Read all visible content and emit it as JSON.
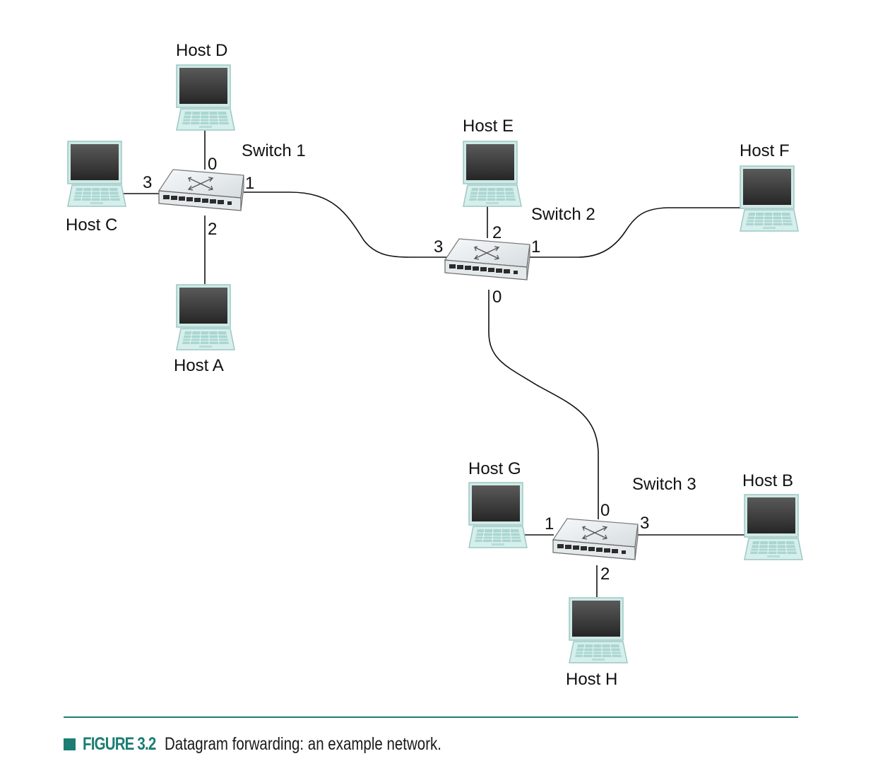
{
  "figure": {
    "number": "FIGURE 3.2",
    "caption": "Datagram forwarding: an example network."
  },
  "colors": {
    "accent": "#1b7d73",
    "link": "#111111",
    "laptop_screen": "#3a3a3a",
    "laptop_body": "#bfe3e0",
    "switch_body": "#e9eef0"
  },
  "switches": [
    {
      "id": "s1",
      "label": "Switch 1",
      "icon": "network-switch-icon",
      "ports": {
        "p0": "0",
        "p1": "1",
        "p2": "2",
        "p3": "3"
      }
    },
    {
      "id": "s2",
      "label": "Switch 2",
      "icon": "network-switch-icon",
      "ports": {
        "p0": "0",
        "p1": "1",
        "p2": "2",
        "p3": "3"
      }
    },
    {
      "id": "s3",
      "label": "Switch 3",
      "icon": "network-switch-icon",
      "ports": {
        "p0": "0",
        "p1": "1",
        "p2": "2",
        "p3": "3"
      }
    }
  ],
  "hosts": [
    {
      "id": "A",
      "label": "Host A",
      "icon": "laptop-icon"
    },
    {
      "id": "B",
      "label": "Host B",
      "icon": "laptop-icon"
    },
    {
      "id": "C",
      "label": "Host C",
      "icon": "laptop-icon"
    },
    {
      "id": "D",
      "label": "Host D",
      "icon": "laptop-icon"
    },
    {
      "id": "E",
      "label": "Host E",
      "icon": "laptop-icon"
    },
    {
      "id": "F",
      "label": "Host F",
      "icon": "laptop-icon"
    },
    {
      "id": "G",
      "label": "Host G",
      "icon": "laptop-icon"
    },
    {
      "id": "H",
      "label": "Host H",
      "icon": "laptop-icon"
    }
  ],
  "links": [
    {
      "from": "s1.p0",
      "to": "D"
    },
    {
      "from": "s1.p2",
      "to": "A"
    },
    {
      "from": "s1.p3",
      "to": "C"
    },
    {
      "from": "s1.p1",
      "to": "s2.p3"
    },
    {
      "from": "s2.p2",
      "to": "E"
    },
    {
      "from": "s2.p1",
      "to": "F"
    },
    {
      "from": "s2.p0",
      "to": "s3.p0"
    },
    {
      "from": "s3.p1",
      "to": "G"
    },
    {
      "from": "s3.p3",
      "to": "B"
    },
    {
      "from": "s3.p2",
      "to": "H"
    }
  ]
}
